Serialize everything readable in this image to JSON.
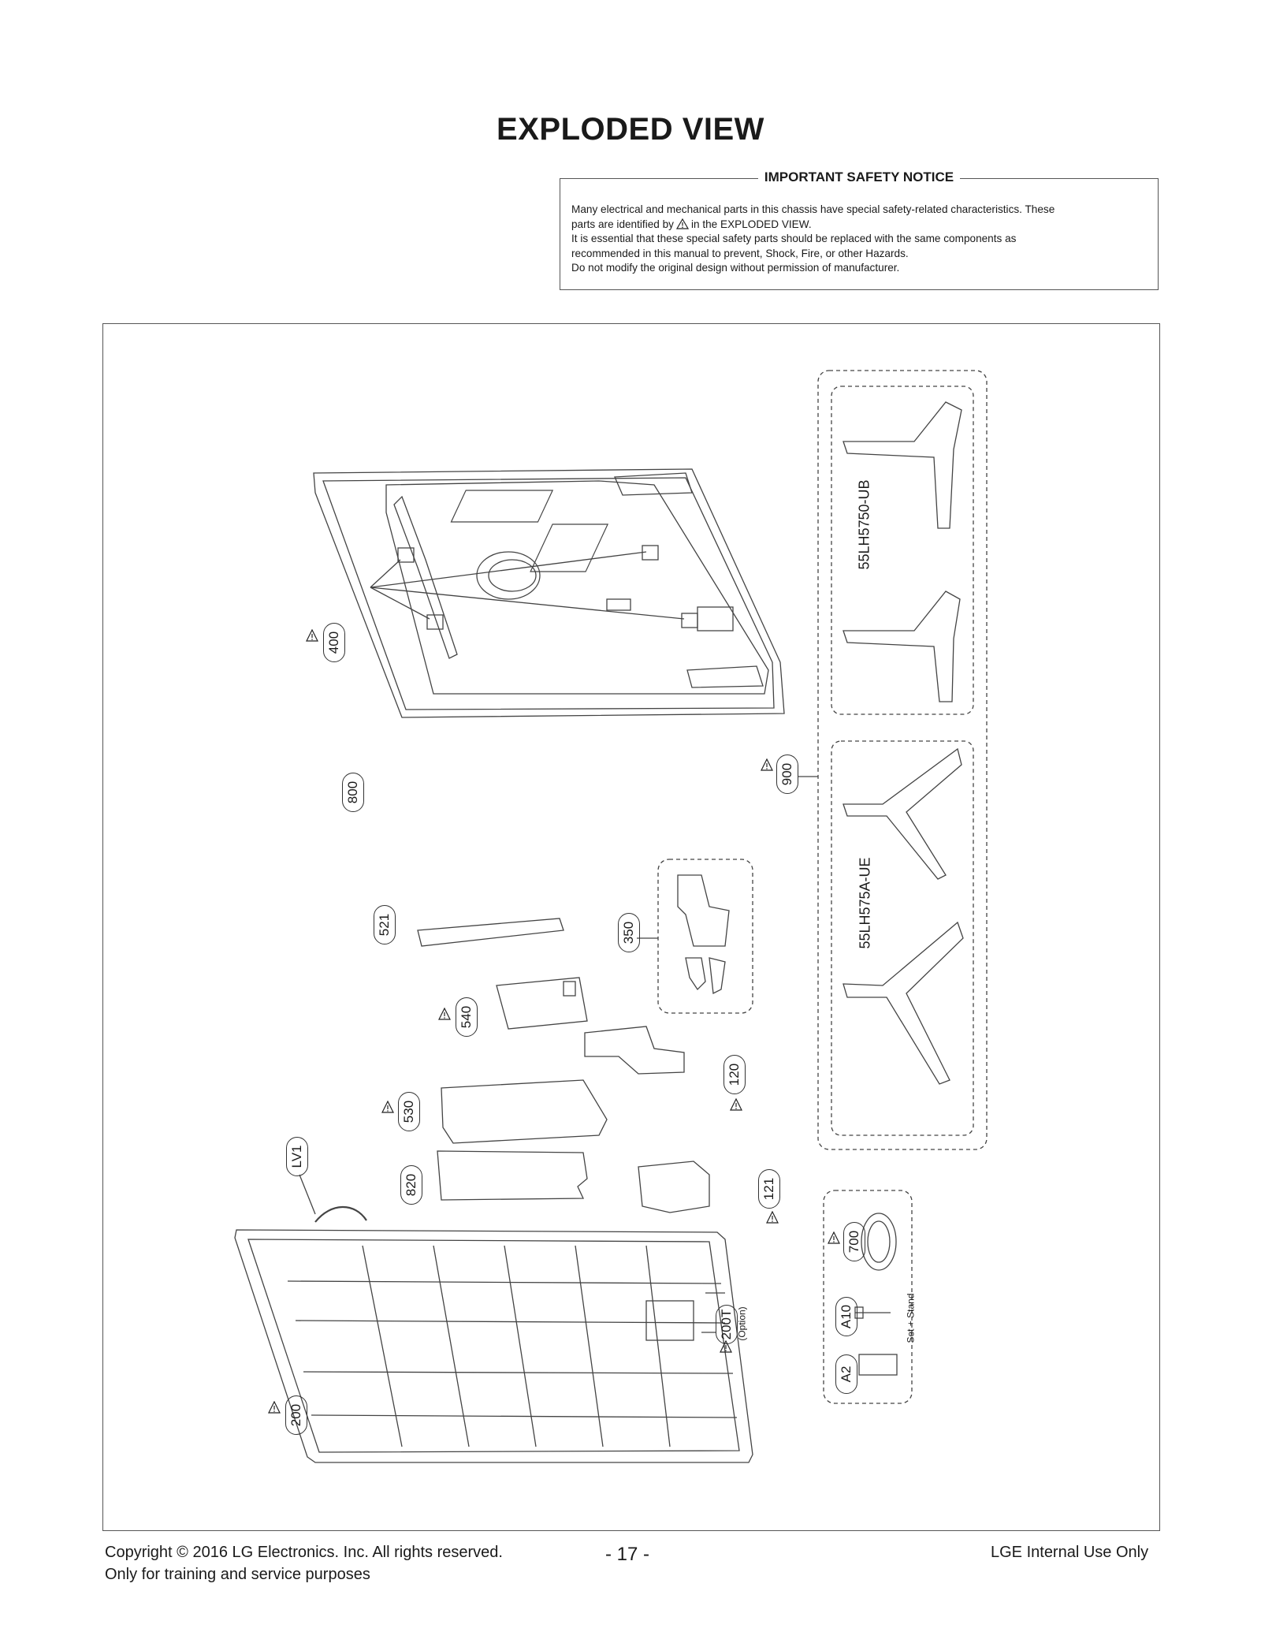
{
  "page": {
    "title": "EXPLODED VIEW",
    "page_number": "- 17 -"
  },
  "notice": {
    "heading": "IMPORTANT SAFETY NOTICE",
    "line1": "Many electrical and mechanical parts in this chassis have special safety-related characteristics. These",
    "line2_pre": "parts are identified by",
    "line2_post": "in the EXPLODED VIEW.",
    "line3": "It is essential that these special safety parts should be replaced with the same components as",
    "line4": "recommended in this manual to prevent, Shock, Fire, or other Hazards.",
    "line5": "Do not modify the original design without permission of manufacturer."
  },
  "parts": {
    "p400": "400",
    "p800": "800",
    "p900": "900",
    "p521": "521",
    "p350": "350",
    "p540": "540",
    "p120": "120",
    "p530": "530",
    "pLV1": "LV1",
    "p820": "820",
    "p121": "121",
    "p700": "700",
    "pA10": "A10",
    "pA2": "A2",
    "p200T": "200T",
    "p200": "200",
    "option": "(Option)",
    "set_stand": "Set + Stand",
    "model1": "55LH5750-UB",
    "model2": "55LH575A-UE"
  },
  "footer": {
    "copyright": "Copyright  © 2016 LG Electronics. Inc. All rights reserved.",
    "training": "Only for training and service purposes",
    "internal": "LGE Internal Use Only"
  },
  "icons": {
    "warning": "warning-triangle-icon"
  }
}
